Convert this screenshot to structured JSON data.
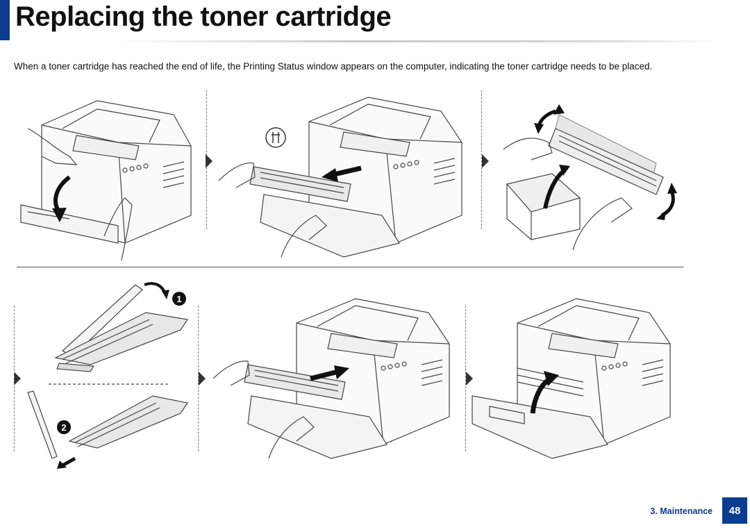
{
  "page": {
    "title": "Replacing the toner cartridge",
    "intro": "When a toner cartridge has reached the end of life, the Printing Status window appears on the computer, indicating the toner cartridge needs to be placed.",
    "footer": {
      "section": "3. Maintenance",
      "page_number": "48"
    },
    "markers": {
      "one": "1",
      "two": "2"
    },
    "accent_color": "#0a3d8f"
  }
}
